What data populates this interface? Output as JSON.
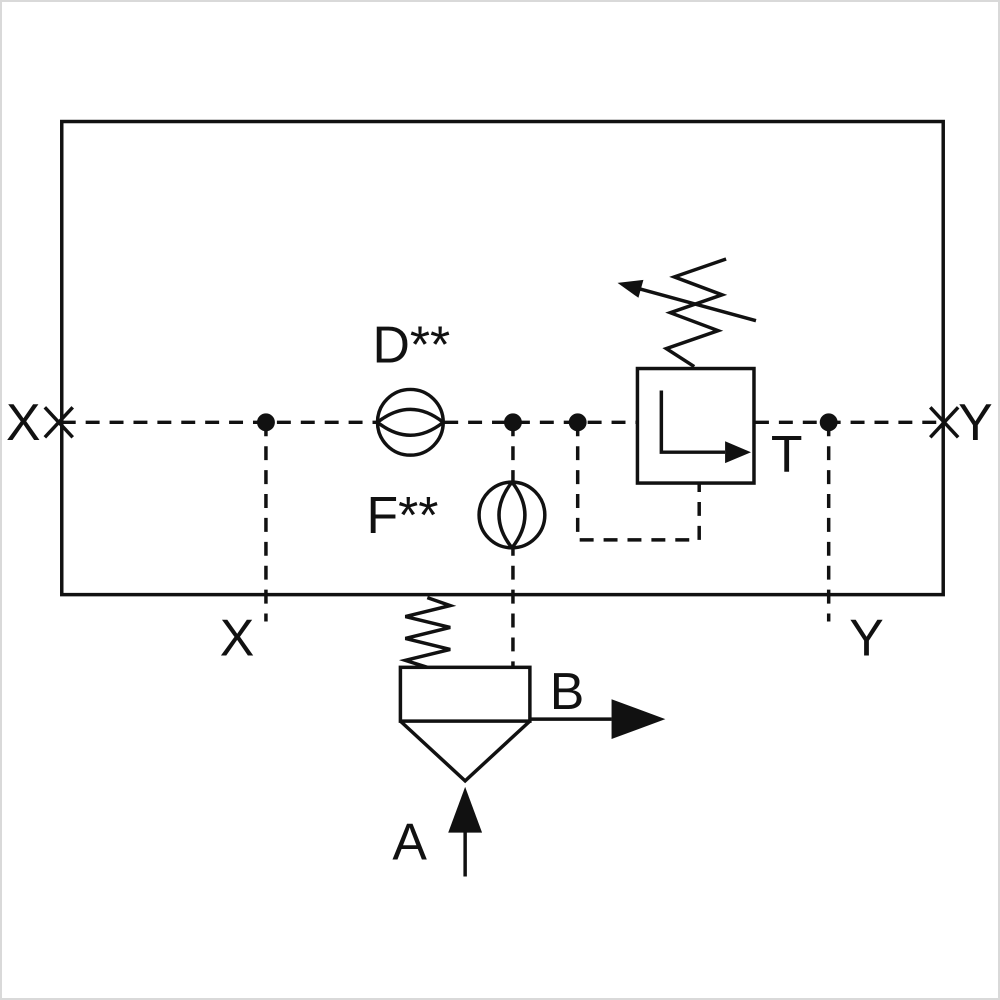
{
  "diagram": {
    "kind": "hydraulic-valve-schematic",
    "labels": {
      "x_left": "X",
      "y_right": "Y",
      "x_bottom": "X",
      "y_bottom": "Y",
      "orifice_d": "D**",
      "orifice_f": "F**",
      "tank": "T",
      "port_b": "B",
      "port_a": "A"
    },
    "colors": {
      "line": "#111111",
      "background": "#ffffff",
      "frame": "#d9d9d9"
    }
  }
}
